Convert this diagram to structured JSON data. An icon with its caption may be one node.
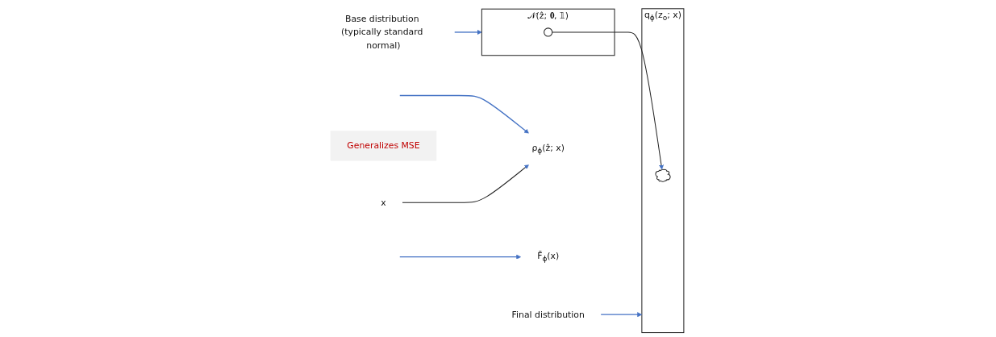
{
  "diagram": {
    "nodes": [
      {
        "text": [
          "𝒩(ẑ; 𝟎, 𝟙)"
        ]
      },
      {
        "text": [],
        "shape": "circle",
        "in": 0
      },
      {
        "text": [
          "Base distribution (typically standard normal)"
        ]
      },
      {
        "text": [
          "x"
        ]
      },
      {
        "text": [
          "ρ$_{ϕ}$(ẑ; x)"
        ]
      },
      {
        "text": [
          "F̄$_{ϕ}$(x)"
        ]
      },
      {
        "text": [
          "q$_{ϕ}$(z$_{o}$; x)"
        ]
      },
      {
        "text": [],
        "shape": "cloud",
        "in": 6
      },
      {
        "text": [
          "Final distribution"
        ]
      },
      {
        "text": [
          "Generalizes MSE"
        ]
      }
    ],
    "edges": [
      {
        "from": null,
        "to": 4,
        "arrow": "to"
      },
      {
        "from": 3,
        "to": 4,
        "arrow": "to",
        "color": "#222222"
      },
      {
        "from": 1,
        "to": 7,
        "arrow": "to",
        "color": "#222222"
      },
      {
        "from": null,
        "to": 5,
        "arrow": "to"
      },
      {
        "from": 2,
        "to": 0,
        "arrow": "to"
      },
      {
        "from": 8,
        "to": 6,
        "arrow": "to"
      }
    ]
  }
}
